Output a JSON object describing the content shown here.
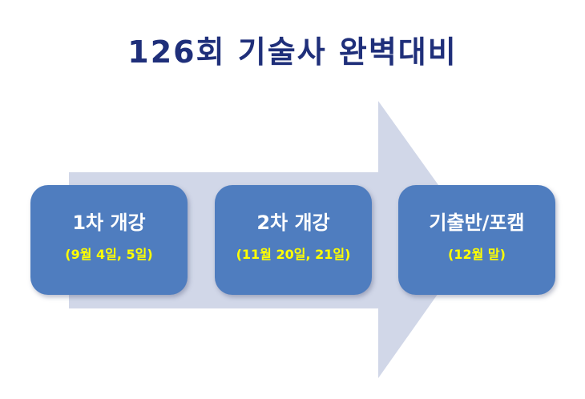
{
  "title": "126회 기술사 완벽대비",
  "steps": [
    {
      "label": "1차 개강",
      "detail": "(9월 4일, 5일)"
    },
    {
      "label": "2차 개강",
      "detail": "(11월 20일, 21일)"
    },
    {
      "label": "기출반/포캠",
      "detail": "(12월 말)"
    }
  ],
  "colors": {
    "title": "#1f2f7a",
    "arrow": "#d1d7e8",
    "box": "#4f7dbf",
    "box_title": "#ffffff",
    "box_detail": "#ffff00"
  }
}
